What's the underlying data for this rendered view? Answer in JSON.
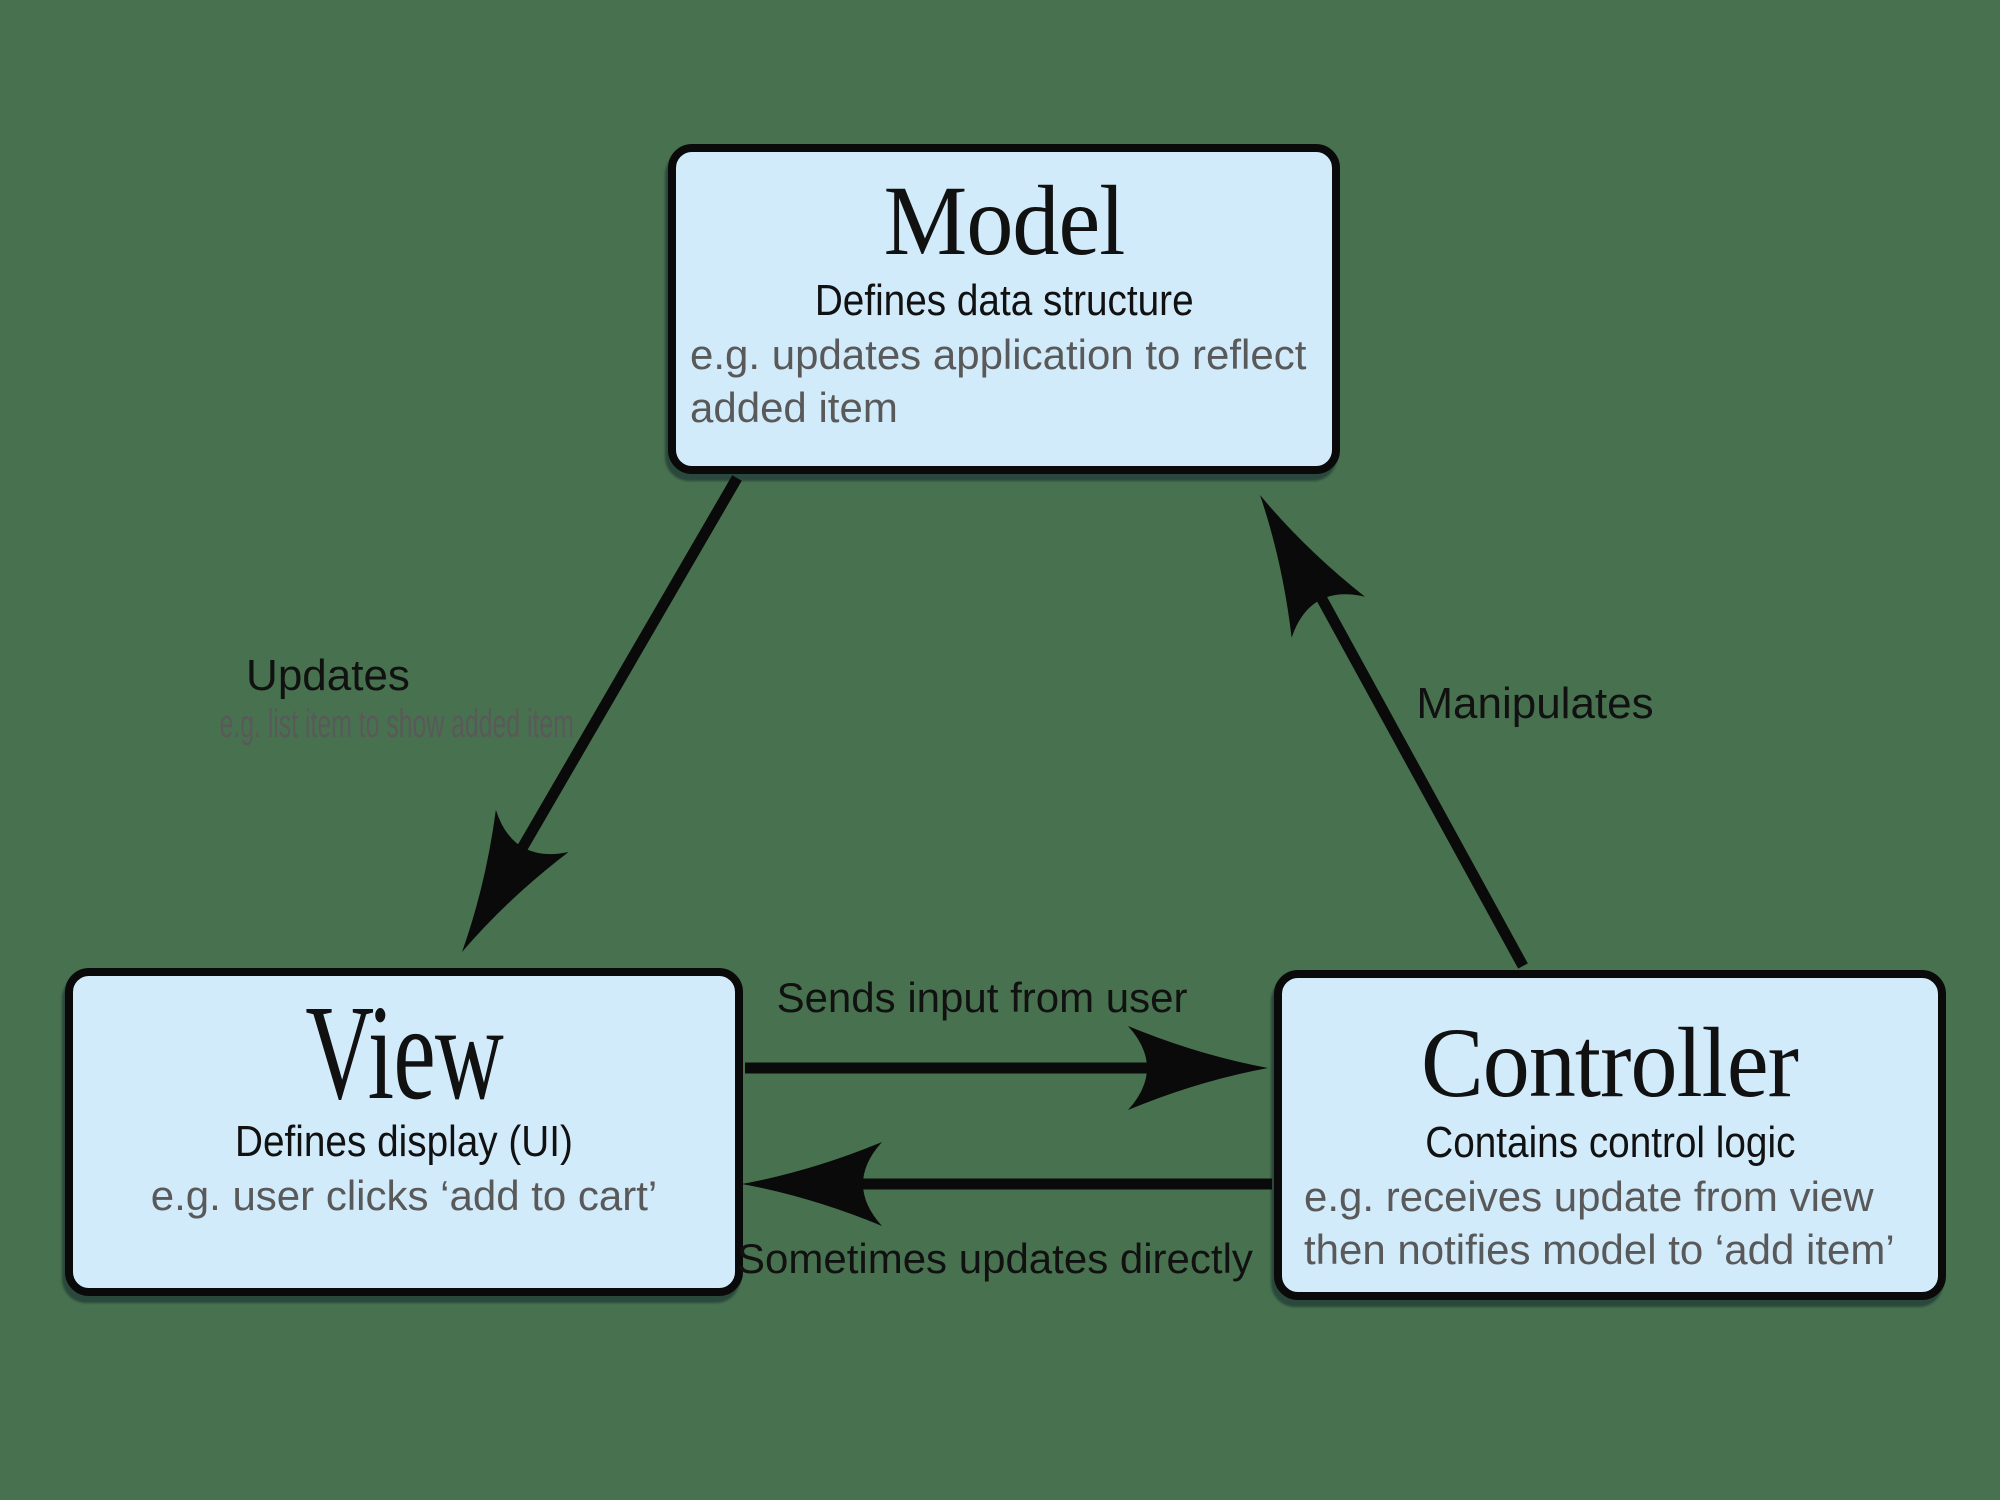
{
  "colors": {
    "background": "#48724f",
    "box_fill": "#d2ebfb",
    "box_border": "#0a0a0a",
    "text": "#111111",
    "muted": "#595959"
  },
  "nodes": {
    "model": {
      "title": "Model",
      "subtitle": "Defines data structure",
      "example_line1": "e.g. updates application to reflect",
      "example_line2": "added item"
    },
    "view": {
      "title": "View",
      "subtitle": "Defines display (UI)",
      "example_line1": "e.g. user clicks ‘add to cart’"
    },
    "controller": {
      "title": "Controller",
      "subtitle": "Contains control logic",
      "example_line1": "e.g. receives update from view",
      "example_line2": "then notifies model to ‘add item’"
    }
  },
  "arrows": {
    "updates": {
      "label": "Updates",
      "sublabel": "e.g. list item to show added item",
      "from": "Model",
      "to": "View"
    },
    "manipulates": {
      "label": "Manipulates",
      "from": "Controller",
      "to": "Model"
    },
    "sends_input": {
      "label": "Sends input from user",
      "from": "View",
      "to": "Controller"
    },
    "updates_directly": {
      "label": "Sometimes updates directly",
      "from": "Controller",
      "to": "View"
    }
  }
}
